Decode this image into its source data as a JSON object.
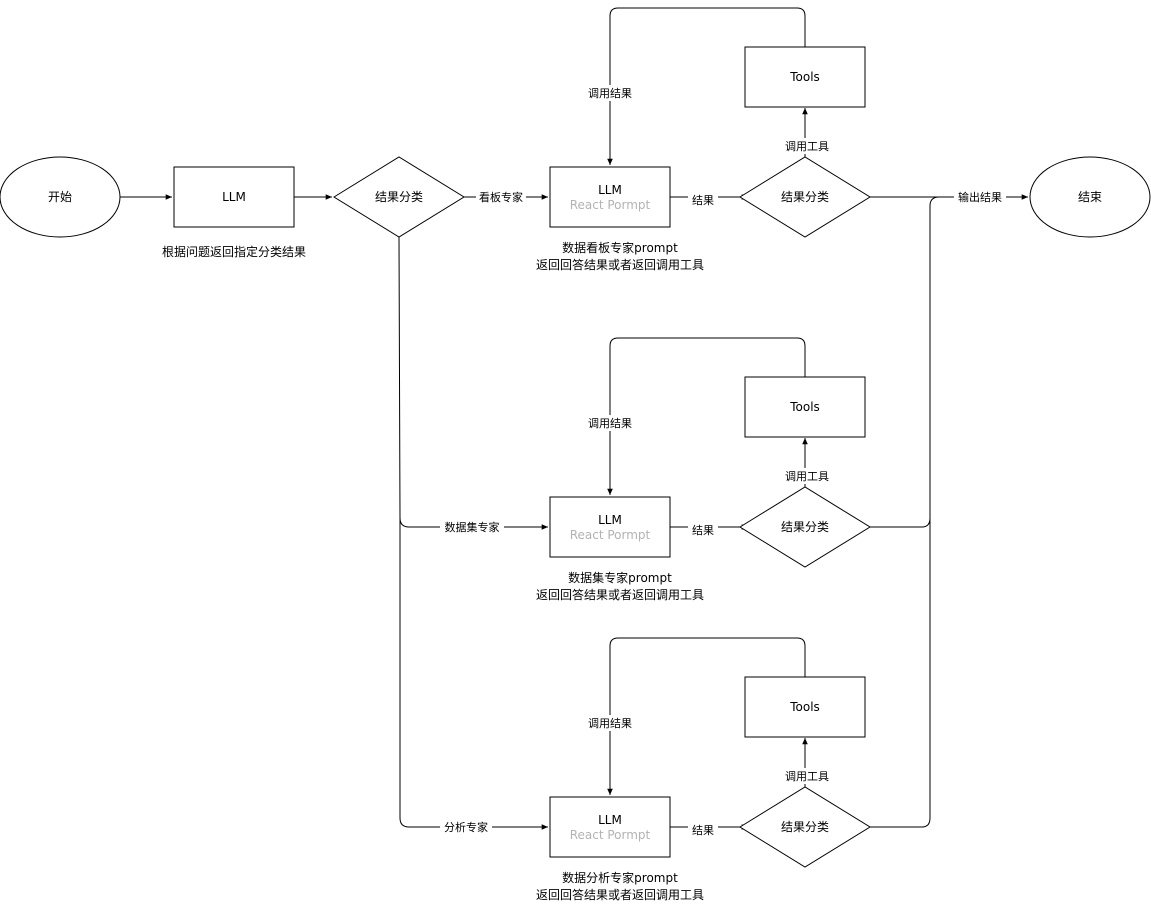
{
  "nodes": {
    "start": "开始",
    "end": "结束",
    "router_llm": "LLM",
    "router_note": "根据问题返回指定分类结果",
    "router_decision": "结果分类"
  },
  "branches": [
    {
      "route_label": "看板专家",
      "llm": "LLM",
      "llm_sub": "React Pormpt",
      "note_line1": "数据看板专家prompt",
      "note_line2": "返回回答结果或者返回调用工具",
      "result_label": "结果",
      "decision": "结果分类",
      "tools": "Tools",
      "call_tool_label": "调用工具",
      "call_result_label": "调用结果"
    },
    {
      "route_label": "数据集专家",
      "llm": "LLM",
      "llm_sub": "React Pormpt",
      "note_line1": "数据集专家prompt",
      "note_line2": "返回回答结果或者返回调用工具",
      "result_label": "结果",
      "decision": "结果分类",
      "tools": "Tools",
      "call_tool_label": "调用工具",
      "call_result_label": "调用结果"
    },
    {
      "route_label": "分析专家",
      "llm": "LLM",
      "llm_sub": "React Pormpt",
      "note_line1": "数据分析专家prompt",
      "note_line2": "返回回答结果或者返回调用工具",
      "result_label": "结果",
      "decision": "结果分类",
      "tools": "Tools",
      "call_tool_label": "调用工具",
      "call_result_label": "调用结果"
    }
  ],
  "output_label": "输出结果"
}
